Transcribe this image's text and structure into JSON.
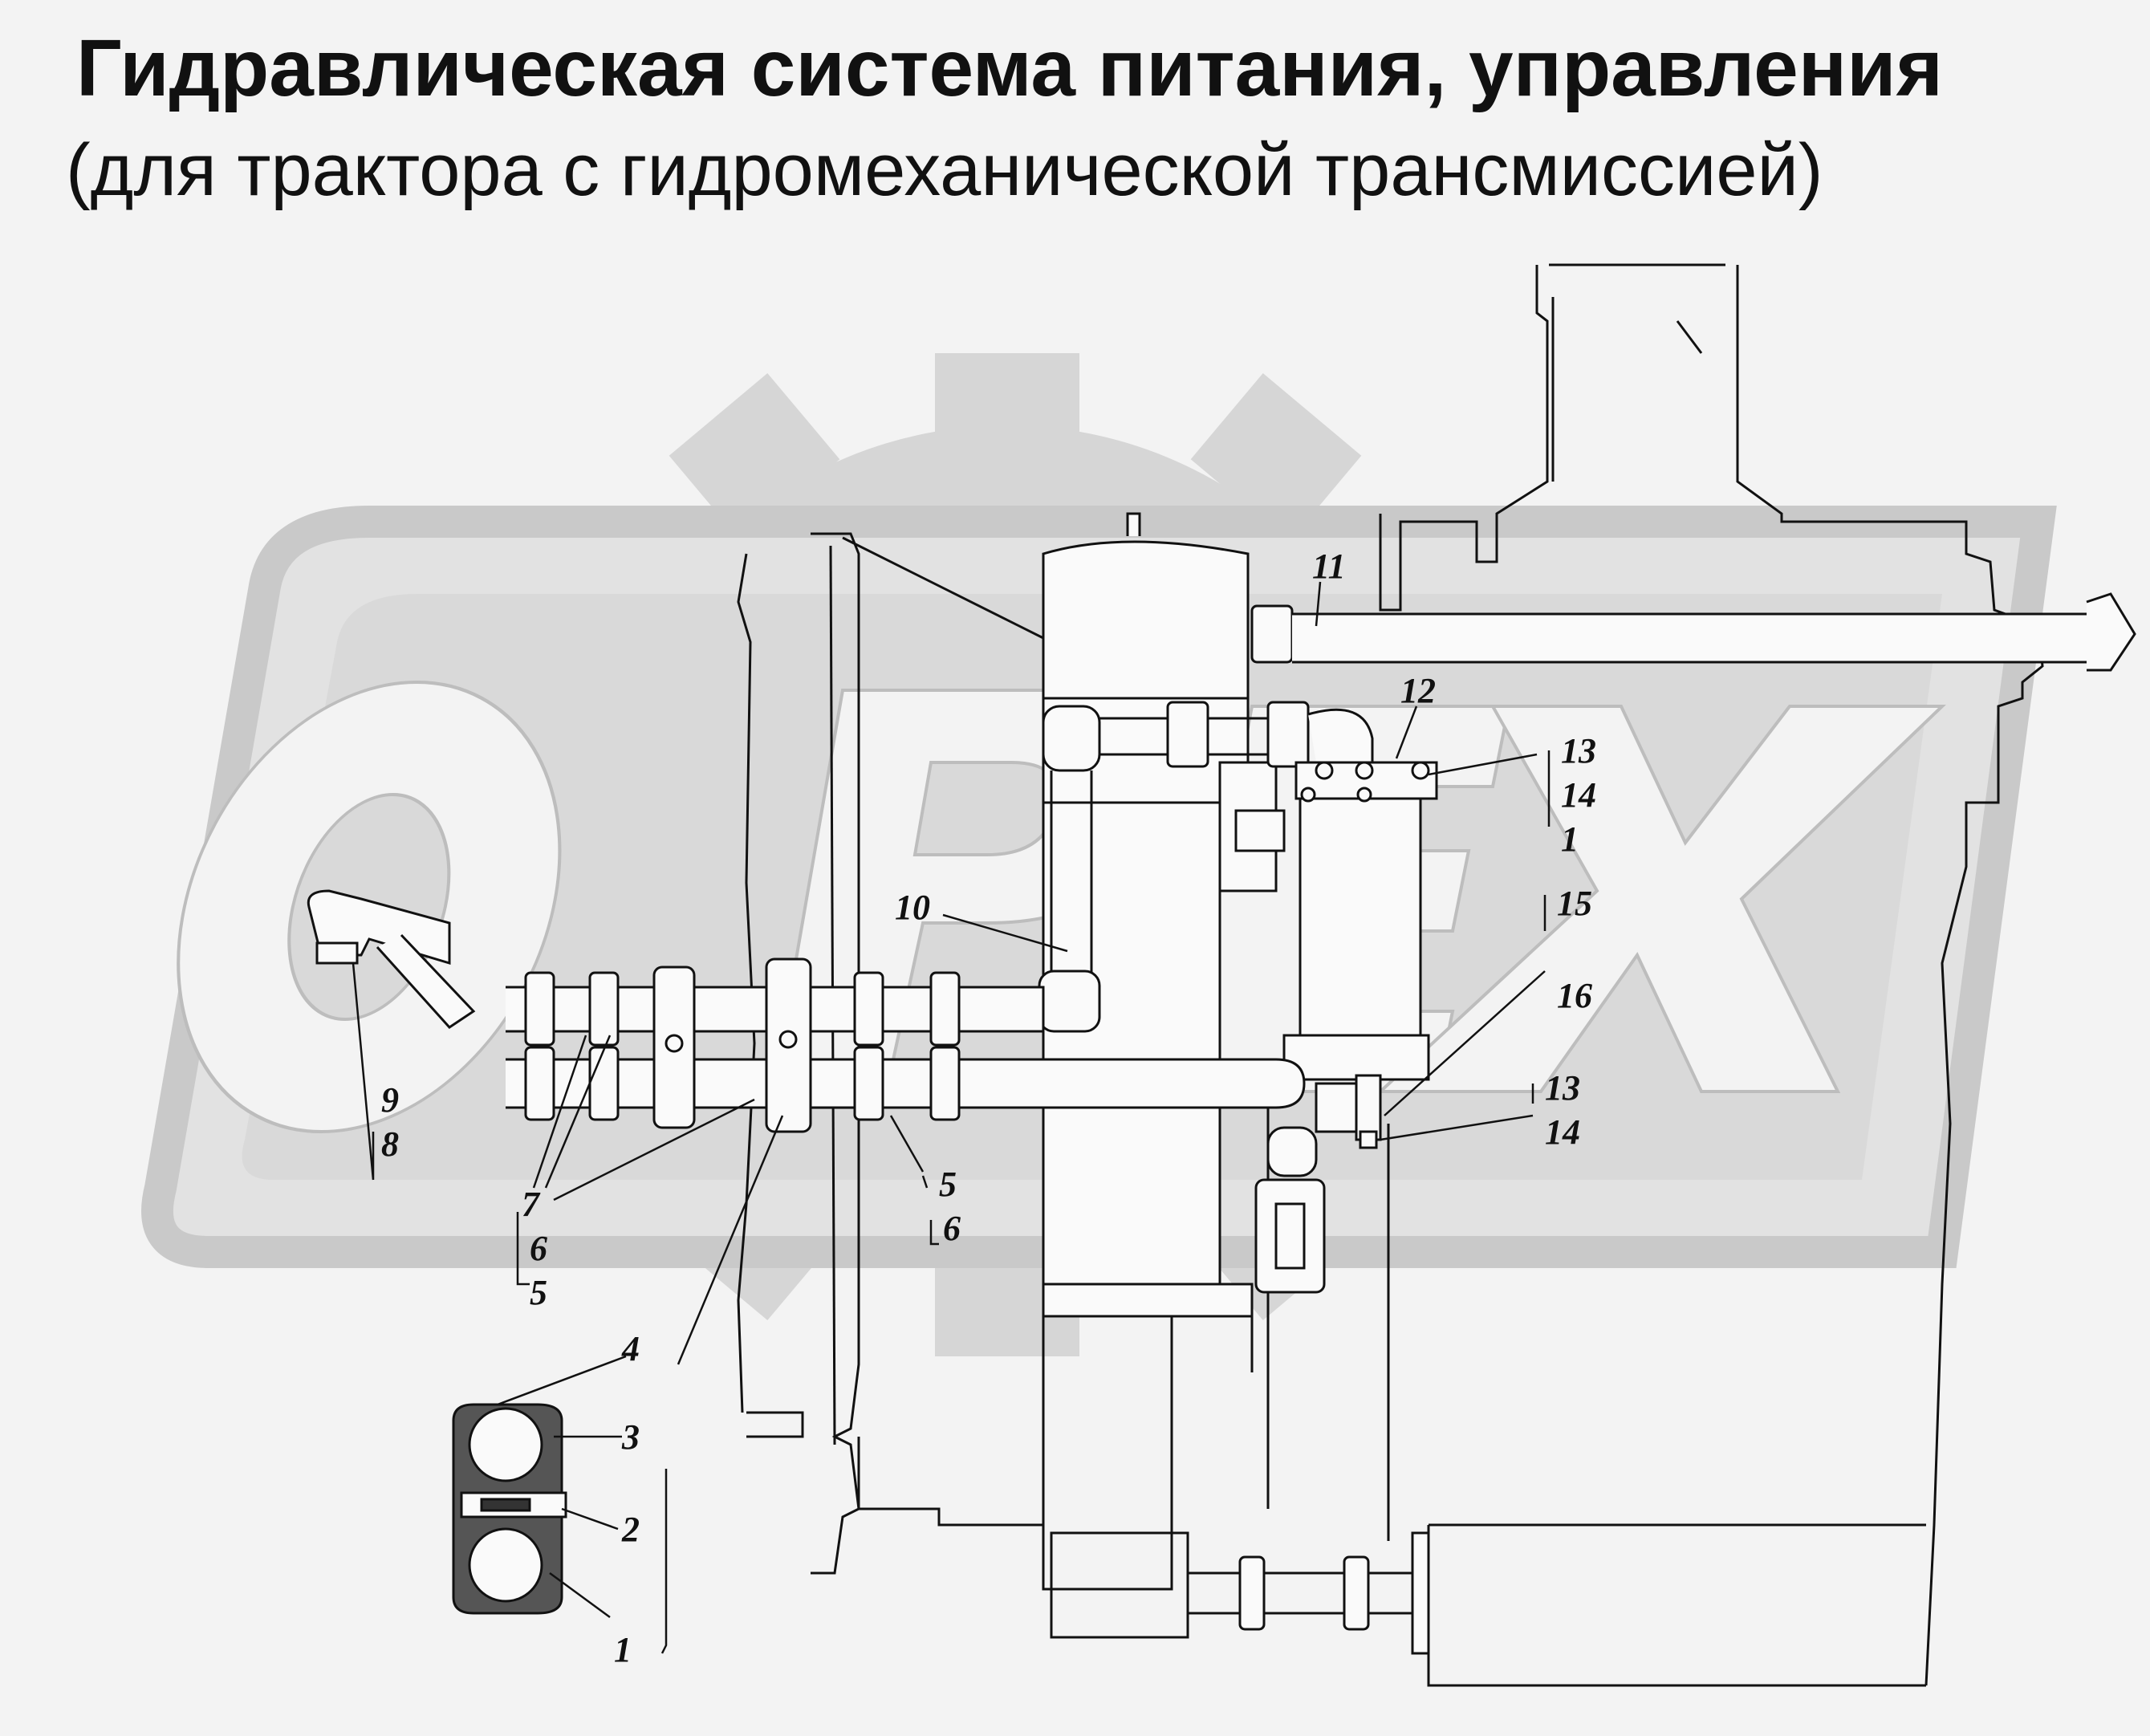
{
  "title": "Гидравлическая система питания, управления",
  "subtitle": "(для трактора с гидромеханической трансмиссией)",
  "watermark": {
    "text": "ОРЕХ",
    "icon": "gear-logo-icon"
  },
  "callouts": {
    "c11": "11",
    "c12": "12",
    "c13a": "13",
    "c14a": "14",
    "c1a": "1",
    "c15": "15",
    "c16": "16",
    "c13b": "13",
    "c14b": "14",
    "c10": "10",
    "c9": "9",
    "c8": "8",
    "c7": "7",
    "c6a": "6",
    "c5a": "5",
    "c5b": "5",
    "c6b": "6",
    "c4": "4",
    "c3": "3",
    "c2": "2",
    "c1b": "1"
  },
  "colors": {
    "background": "#f3f3f3",
    "watermark": "#d6d6d6",
    "line": "#111111",
    "text": "#111111"
  }
}
